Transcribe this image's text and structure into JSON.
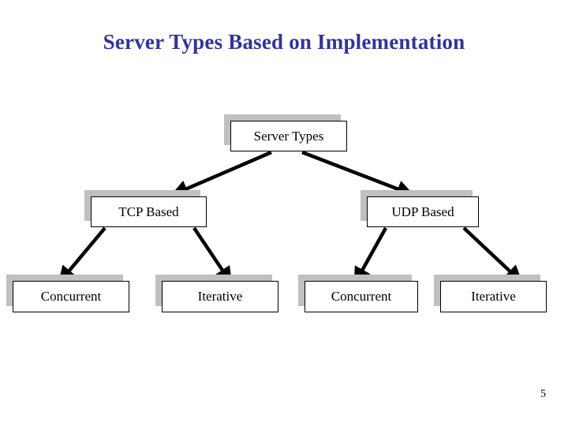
{
  "slide": {
    "title": "Server Types Based on Implementation",
    "page_number": "5",
    "colors": {
      "title": "#333399",
      "box_fill": "#FFFFFF",
      "box_border": "#000000",
      "box_shadow": "#C0C0C0",
      "connector": "#000000",
      "background": "#FFFFFF"
    }
  },
  "diagram": {
    "type": "tree",
    "nodes": [
      {
        "id": "root",
        "label": "Server Types"
      },
      {
        "id": "tcp",
        "label": "TCP Based"
      },
      {
        "id": "udp",
        "label": "UDP Based"
      },
      {
        "id": "tcp_conc",
        "label": "Concurrent"
      },
      {
        "id": "tcp_iter",
        "label": "Iterative"
      },
      {
        "id": "udp_conc",
        "label": "Concurrent"
      },
      {
        "id": "udp_iter",
        "label": "Iterative"
      }
    ],
    "edges": [
      {
        "from": "root",
        "to": "tcp",
        "arrow": "end"
      },
      {
        "from": "root",
        "to": "udp",
        "arrow": "end"
      },
      {
        "from": "tcp",
        "to": "tcp_conc",
        "arrow": "end"
      },
      {
        "from": "tcp",
        "to": "tcp_iter",
        "arrow": "end"
      },
      {
        "from": "udp",
        "to": "udp_conc",
        "arrow": "end"
      },
      {
        "from": "udp",
        "to": "udp_iter",
        "arrow": "end"
      }
    ]
  }
}
